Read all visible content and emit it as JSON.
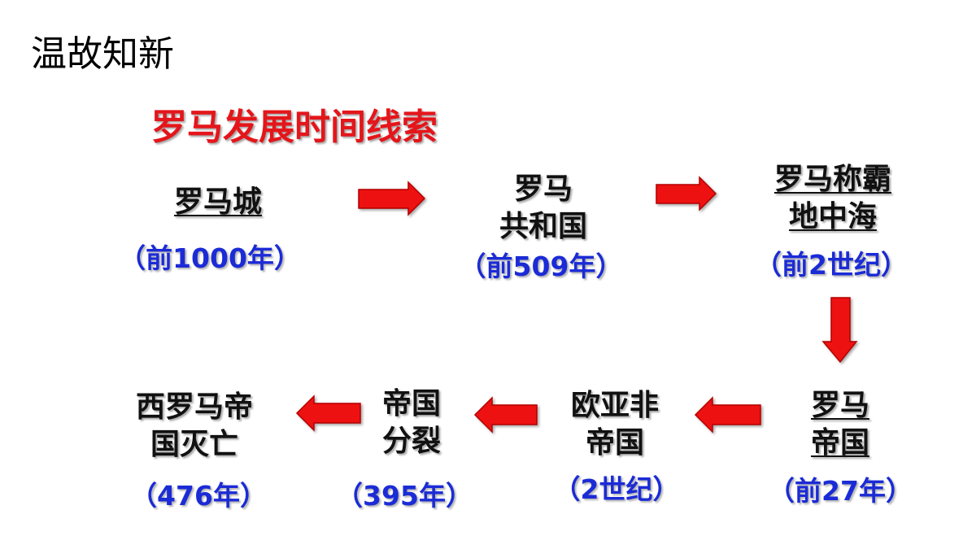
{
  "slide": {
    "title": "温故知新",
    "diagram_title": "罗马发展时间线索"
  },
  "nodes": [
    {
      "id": "rome-city",
      "lines": [
        "罗马城"
      ],
      "date": "（前1000年）"
    },
    {
      "id": "roman-republic",
      "lines": [
        "罗马",
        "共和国"
      ],
      "date": "（前509年）"
    },
    {
      "id": "rome-mediterranean",
      "lines": [
        "罗马称霸",
        "地中海"
      ],
      "date": "（前2世纪）"
    },
    {
      "id": "roman-empire",
      "lines": [
        "罗马",
        "帝国"
      ],
      "date": "（前27年）"
    },
    {
      "id": "eurasia-africa-empire",
      "lines": [
        "欧亚非",
        "帝国"
      ],
      "date": "（2世纪）"
    },
    {
      "id": "empire-split",
      "lines": [
        "帝国",
        "分裂"
      ],
      "date": "（395年）"
    },
    {
      "id": "western-rome-fall",
      "lines": [
        "西罗马帝",
        "国灭亡"
      ],
      "date": "（476年）"
    }
  ],
  "colors": {
    "arrow_fill": "#ee1111",
    "arrow_stroke": "#b30000",
    "title_red": "#e4161b",
    "date_blue": "#1b2bd6"
  }
}
